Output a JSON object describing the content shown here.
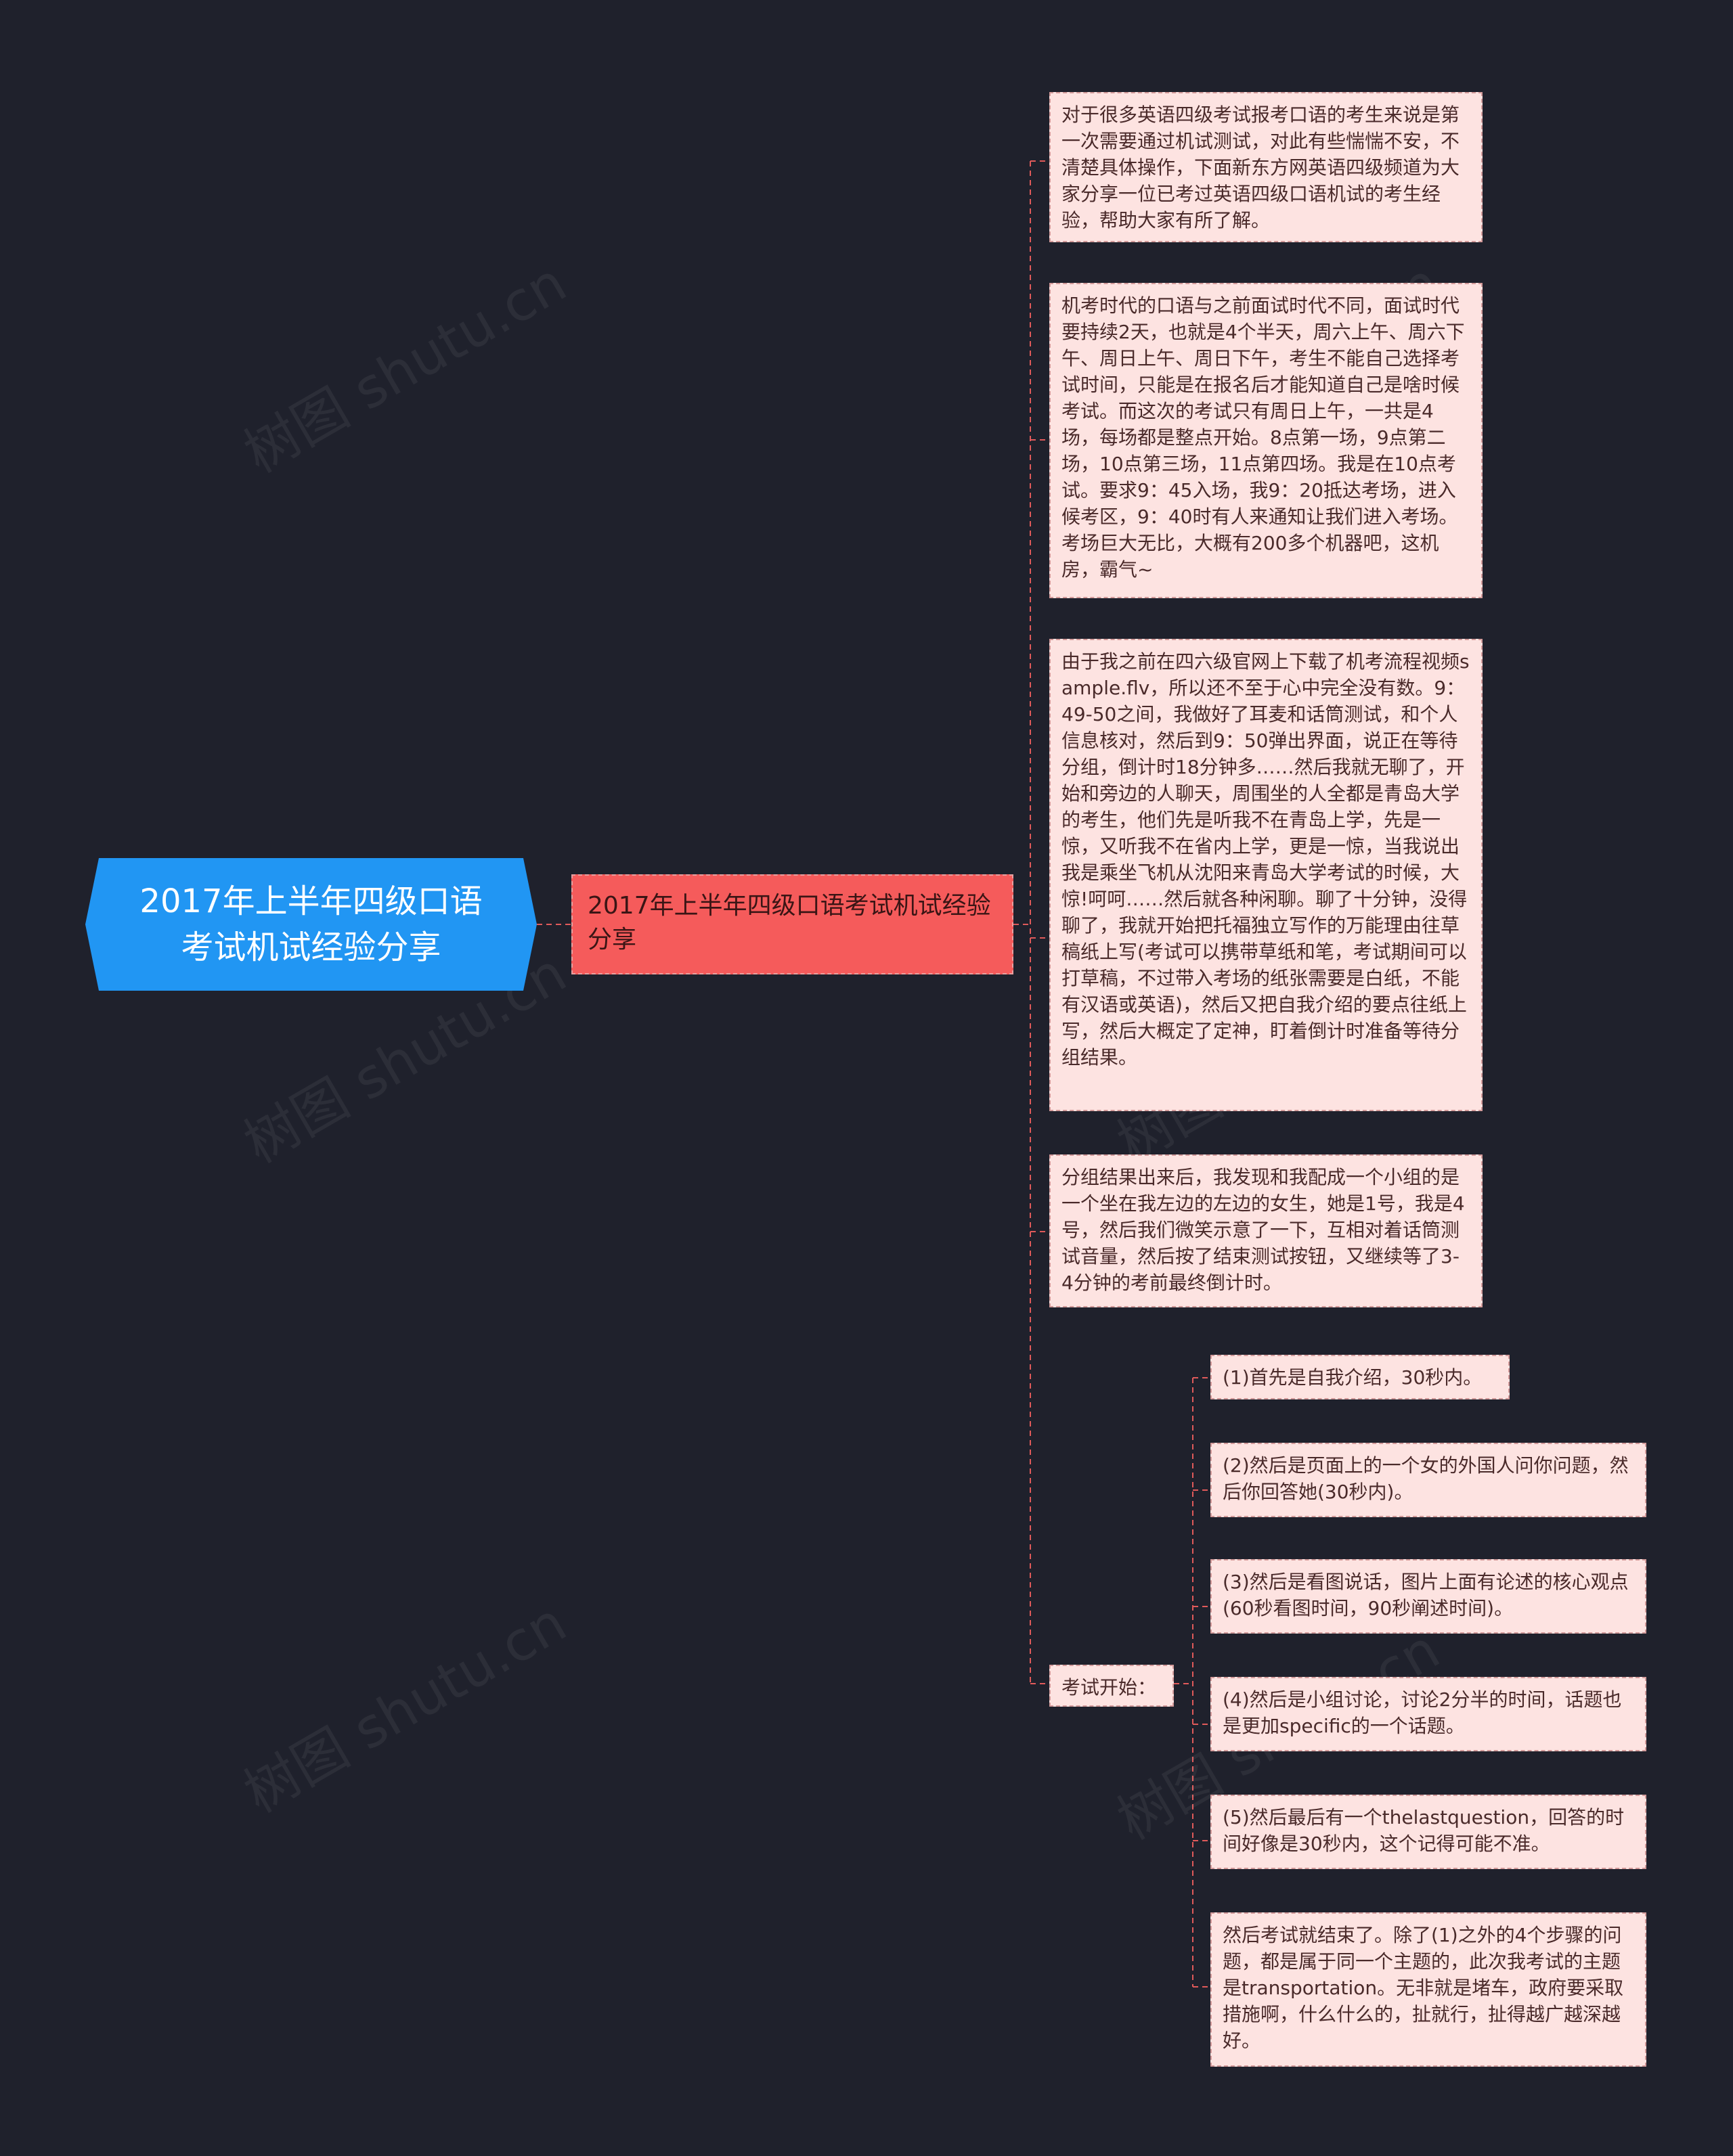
{
  "root": {
    "title": "2017年上半年四级口语考试机试经验分享"
  },
  "main": {
    "title": "2017年上半年四级口语考试机试经验分享"
  },
  "leaves": [
    "对于很多英语四级考试报考口语的考生来说是第一次需要通过机试测试，对此有些惴惴不安，不清楚具体操作，下面新东方网英语四级频道为大家分享一位已考过英语四级口语机试的考生经验，帮助大家有所了解。",
    "机考时代的口语与之前面试时代不同，面试时代要持续2天，也就是4个半天，周六上午、周六下午、周日上午、周日下午，考生不能自己选择考试时间，只能是在报名后才能知道自己是啥时候考试。而这次的考试只有周日上午，一共是4场，每场都是整点开始。8点第一场，9点第二场，10点第三场，11点第四场。我是在10点考试。要求9：45入场，我9：20抵达考场，进入候考区，9：40时有人来通知让我们进入考场。考场巨大无比，大概有200多个机器吧，这机房，霸气~",
    "由于我之前在四六级官网上下载了机考流程视频sample.flv，所以还不至于心中完全没有数。9：49-50之间，我做好了耳麦和话筒测试，和个人信息核对，然后到9：50弹出界面，说正在等待分组，倒计时18分钟多……然后我就无聊了，开始和旁边的人聊天，周围坐的人全都是青岛大学的考生，他们先是听我不在青岛上学，先是一惊，又听我不在省内上学，更是一惊，当我说出我是乘坐飞机从沈阳来青岛大学考试的时候，大惊!呵呵……然后就各种闲聊。聊了十分钟，没得聊了，我就开始把托福独立写作的万能理由往草稿纸上写(考试可以携带草纸和笔，考试期间可以打草稿，不过带入考场的纸张需要是白纸，不能有汉语或英语)，然后又把自我介绍的要点往纸上写，然后大概定了定神，盯着倒计时准备等待分组结果。",
    "分组结果出来后，我发现和我配成一个小组的是一个坐在我左边的左边的女生，她是1号，我是4号，然后我们微笑示意了一下，互相对着话筒测试音量，然后按了结束测试按钮，又继续等了3-4分钟的考前最终倒计时。"
  ],
  "exam": {
    "label": "考试开始：",
    "steps": [
      "(1)首先是自我介绍，30秒内。",
      "(2)然后是页面上的一个女的外国人问你问题，然后你回答她(30秒内)。",
      "(3)然后是看图说话，图片上面有论述的核心观点(60秒看图时间，90秒阐述时间)。",
      "(4)然后是小组讨论，讨论2分半的时间，话题也是更加specific的一个话题。",
      "(5)然后最后有一个thelastquestion，回答的时间好像是30秒内，这个记得可能不准。",
      "然后考试就结束了。除了(1)之外的4个步骤的问题，都是属于同一个主题的，此次我考试的主题是transportation。无非就是堵车，政府要采取措施啊，什么什么的，扯就行，扯得越广越深越好。"
    ]
  },
  "watermark": "树图 shutu.cn",
  "colors": {
    "background": "#1f212c",
    "root": "#2196f3",
    "main": "#f55b5b",
    "leaf": "#fde3e1",
    "line": "#e05a5a"
  }
}
